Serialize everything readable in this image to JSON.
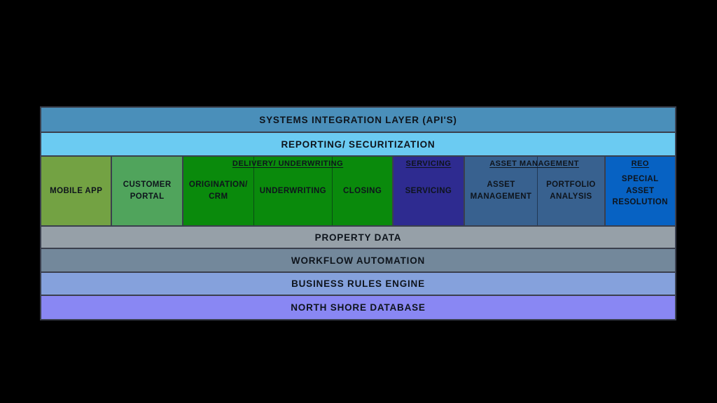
{
  "page": {
    "background_color": "#000000",
    "border_color": "#3a3f4d",
    "text_color": "#0e141c"
  },
  "diagram": {
    "top_rows": [
      {
        "label": "SYSTEMS INTEGRATION LAYER (API'S)",
        "color": "#4a8fba"
      },
      {
        "label": "REPORTING/ SECURITIZATION",
        "color": "#6bcbf2"
      }
    ],
    "columns": {
      "mobile_app": {
        "label": "MOBILE APP",
        "color": "#73a243"
      },
      "customer_portal": {
        "label": "CUSTOMER PORTAL",
        "color": "#50a45c"
      },
      "delivery": {
        "header": "DELIVERY/ UNDERWRITING",
        "color": "#0a8a0c",
        "cells": {
          "origination": "ORIGINATION/ CRM",
          "underwriting": "UNDERWRITING",
          "closing": "CLOSING"
        }
      },
      "servicing": {
        "header": "SERVICING",
        "color": "#2e2b90",
        "cells": {
          "servicing": "SERVICING"
        }
      },
      "asset_management": {
        "header": "ASSET MANAGEMENT",
        "color": "#38618f",
        "cells": {
          "asset_management": "ASSET MANAGEMENT",
          "portfolio_analysis": "PORTFOLIO ANALYSIS"
        }
      },
      "reo": {
        "header": "REO",
        "color": "#0762c3",
        "cells": {
          "special_asset": "SPECIAL ASSET RESOLUTION"
        }
      }
    },
    "bottom_rows": [
      {
        "label": "PROPERTY DATA",
        "color": "#96a0a8"
      },
      {
        "label": "WORKFLOW AUTOMATION",
        "color": "#73889b"
      },
      {
        "label": "BUSINESS RULES ENGINE",
        "color": "#85a1dc"
      },
      {
        "label": "NORTH SHORE DATABASE",
        "color": "#8987f3"
      }
    ]
  }
}
